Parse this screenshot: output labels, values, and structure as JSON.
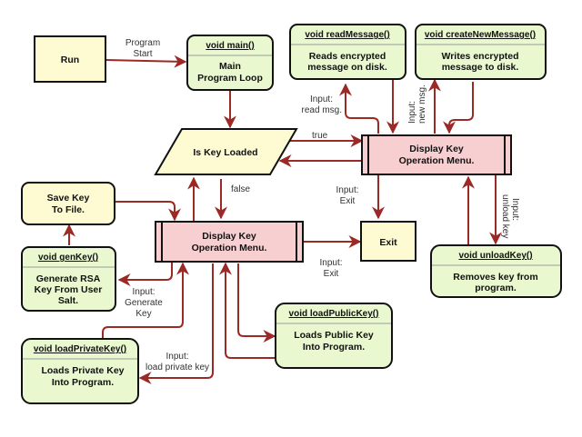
{
  "colors": {
    "yellow_fill": "#fefbd2",
    "green_fill": "#e9f8cf",
    "pink_fill": "#f8cfd1",
    "arrow": "#9b2a26",
    "border": "#111111",
    "divider": "#9a9a9a"
  },
  "nodes": {
    "run": {
      "label": "Run"
    },
    "main": {
      "header": "void main()",
      "body": [
        "Main",
        "Program Loop"
      ]
    },
    "read_message": {
      "header": "void readMessage()",
      "body": [
        "Reads encrypted",
        "message on disk."
      ]
    },
    "create_message": {
      "header": "void createNewMessage()",
      "body": [
        "Writes encrypted",
        "message to disk."
      ]
    },
    "is_key_loaded": {
      "label": "Is Key Loaded"
    },
    "menu_loaded": {
      "body": [
        "Display Key",
        "Operation Menu."
      ]
    },
    "menu_unloaded": {
      "body": [
        "Display Key",
        "Operation Menu."
      ]
    },
    "save_key": {
      "body": [
        "Save Key",
        "To File."
      ]
    },
    "gen_key": {
      "header": "void genKey()",
      "body": [
        "Generate RSA",
        "Key From User",
        "Salt."
      ]
    },
    "exit": {
      "label": "Exit"
    },
    "unload_key": {
      "header": "void unloadKey()",
      "body": [
        "Removes key from",
        "program."
      ]
    },
    "load_public": {
      "header": "void loadPublicKey()",
      "body": [
        "Loads Public Key",
        "Into Program."
      ]
    },
    "load_private": {
      "header": "void loadPrivateKey()",
      "body": [
        "Loads Private Key",
        "Into Program."
      ]
    }
  },
  "edge_labels": {
    "program_start": [
      "Program",
      "Start"
    ],
    "read_msg": [
      "Input:",
      "read msg."
    ],
    "new_msg": [
      "Input:",
      "new msg."
    ],
    "true": "true",
    "false": "false",
    "exit_top": [
      "Input:",
      "Exit"
    ],
    "exit_bottom": [
      "Input:",
      "Exit"
    ],
    "unload_key": [
      "Input:",
      "unload key"
    ],
    "generate_key": [
      "Input:",
      "Generate",
      "Key"
    ],
    "load_private": [
      "Input:",
      "load private key"
    ]
  }
}
